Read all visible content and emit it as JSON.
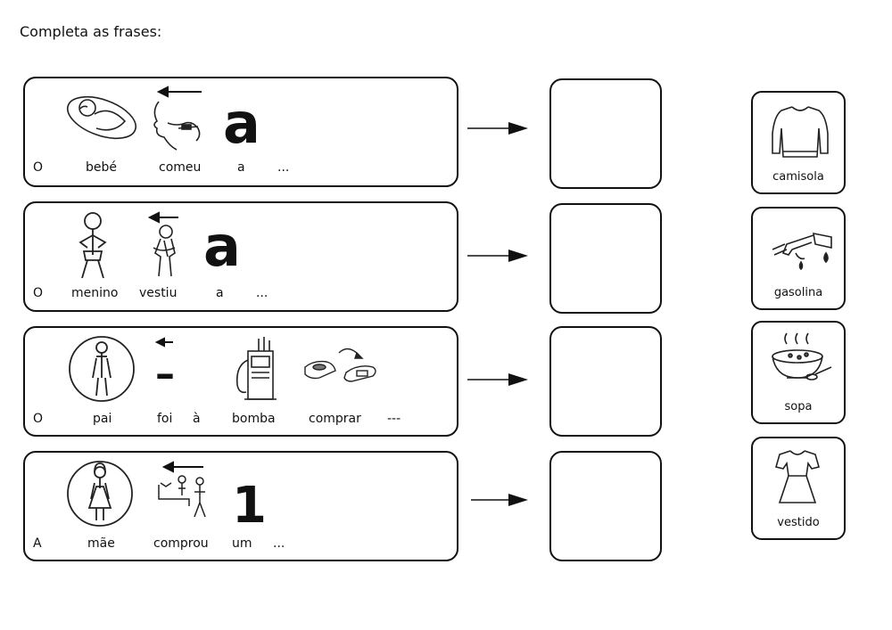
{
  "title": "Completa as frases:",
  "sentences": [
    {
      "words": [
        "O",
        "bebé",
        "comeu",
        "a",
        "..."
      ],
      "symbol_letter": "a",
      "icons": [
        "baby-icon",
        "eating-icon",
        "past-tense-arrow-icon"
      ]
    },
    {
      "words": [
        "O",
        "menino",
        "vestiu",
        "a",
        "..."
      ],
      "symbol_letter": "a",
      "icons": [
        "boy-icon",
        "dressing-icon",
        "past-tense-arrow-icon"
      ]
    },
    {
      "words": [
        "O",
        "pai",
        "foi",
        "à",
        "bomba",
        "comprar",
        "---"
      ],
      "symbol_letter": "–",
      "icons": [
        "man-icon",
        "past-tense-arrow-icon",
        "gas-pump-icon",
        "buy-icon"
      ]
    },
    {
      "words": [
        "A",
        "mãe",
        "comprou",
        "um",
        "..."
      ],
      "symbol_letter": "1",
      "icons": [
        "woman-icon",
        "shopping-icon",
        "past-tense-arrow-icon"
      ]
    }
  ],
  "cards": [
    {
      "label": "camisola",
      "icon": "sweater-icon"
    },
    {
      "label": "gasolina",
      "icon": "fuel-nozzle-icon"
    },
    {
      "label": "sopa",
      "icon": "soup-bowl-icon"
    },
    {
      "label": "vestido",
      "icon": "dress-icon"
    }
  ]
}
